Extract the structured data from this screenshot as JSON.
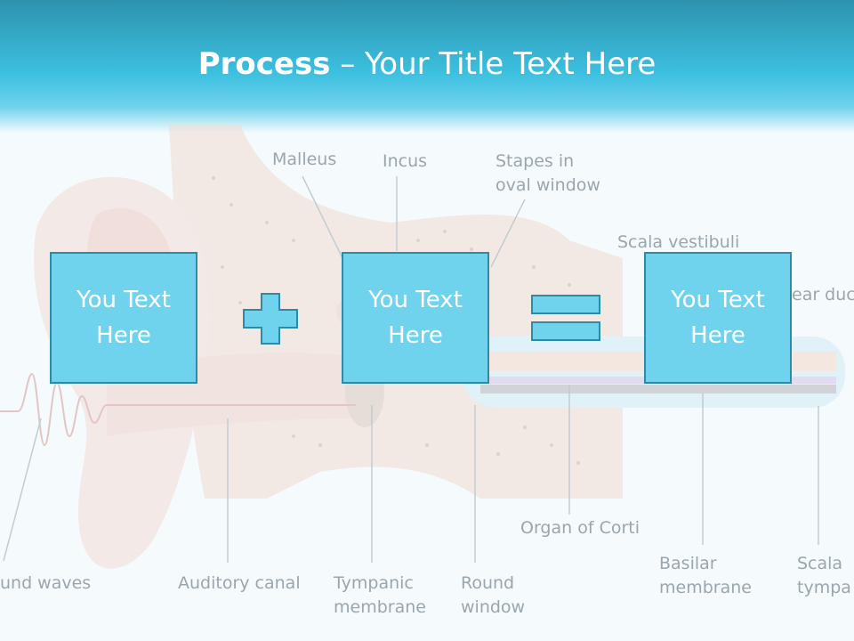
{
  "slide": {
    "title_bold": "Process",
    "title_rest": " – Your Title Text Here"
  },
  "labels": {
    "malleus": "Malleus",
    "incus": "Incus",
    "stapes": "Stapes in\noval window",
    "scala_vestibuli": "Scala vestibuli",
    "cochlear_duct": "ear duc",
    "organ_of_corti": "Organ of Corti",
    "sound_waves": "und waves",
    "auditory_canal": "Auditory canal",
    "tympanic": "Tympanic\nmembrane",
    "round_window": "Round\nwindow",
    "basilar": "Basilar\nmembrane",
    "scala_tympani": "Scala\ntympa"
  },
  "boxes": {
    "box1": "You Text Here",
    "box2": "You Text Here",
    "box3": "You Text Here"
  },
  "operators": {
    "plus": "plus-icon",
    "equals": "equals-icon"
  },
  "colors": {
    "box_fill": "#6fd3ee",
    "box_border": "#2f8aa6",
    "header": "#3cc0e0"
  }
}
